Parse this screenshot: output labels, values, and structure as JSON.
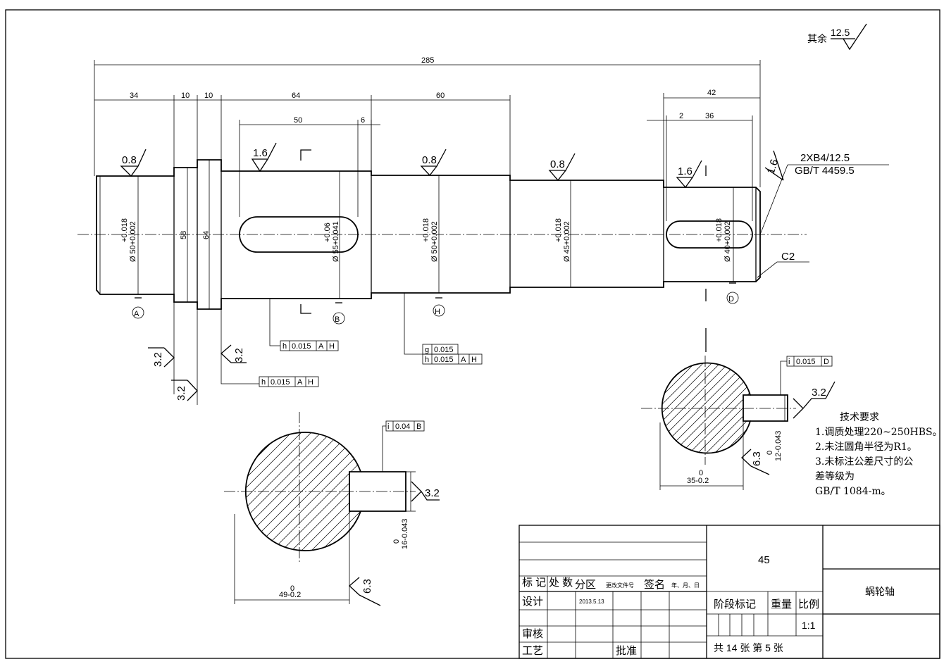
{
  "surface": {
    "general": "其余",
    "general_value": "12.5"
  },
  "dims": {
    "total": "285",
    "d34": "34",
    "d10a": "10",
    "d10b": "10",
    "d64": "64",
    "d60": "60",
    "d50": "50",
    "d6": "6",
    "d42": "42",
    "d2": "2",
    "d36": "36"
  },
  "roughness": {
    "r1": "0.8",
    "r2": "1.6",
    "r3": "0.8",
    "r4": "0.8",
    "r5": "1.6",
    "r6": "1.6",
    "r7": "3.2",
    "r8": "3.2",
    "r9": "3.2",
    "r10": "3.2",
    "r11": "3.2",
    "r12": "6.3",
    "r13": "6.3"
  },
  "diameters": {
    "dA": "Ø 50+0.002",
    "dA_tol": "+0.018",
    "d58": "58",
    "d64": "64",
    "dB": "Ø 55+0.041",
    "dB_tol": "+0.06",
    "dH": "Ø 50+0.002",
    "dH_tol": "+0.018",
    "d45": "Ø 45+0.002",
    "d45_tol": "+0.018",
    "dD": "Ø 40+0.002",
    "dD_tol": "+0.018"
  },
  "datums": {
    "A": "A",
    "B": "B",
    "H": "H",
    "D": "D"
  },
  "centerhole": {
    "line1": "2XB4/12.5",
    "line2": "GB/T 4459.5"
  },
  "chamfer": "C2",
  "gdt": {
    "f1": {
      "sym": "h",
      "val": "0.015",
      "d1": "A",
      "d2": "H"
    },
    "f2a": {
      "sym": "g",
      "val": "0.015"
    },
    "f2b": {
      "sym": "h",
      "val": "0.015",
      "d1": "A",
      "d2": "H"
    },
    "f3": {
      "sym": "h",
      "val": "0.015",
      "d1": "A",
      "d2": "H"
    },
    "f4": {
      "sym": "i",
      "val": "0.04",
      "d1": "B"
    },
    "f5": {
      "sym": "i",
      "val": "0.015",
      "d1": "D"
    }
  },
  "sections": {
    "left_key": "16-0.043",
    "left_key_upper": "0",
    "left_depth": "49-0.2",
    "left_depth_upper": "0",
    "right_key": "12-0.043",
    "right_key_upper": "0",
    "right_depth": "35-0.2",
    "right_depth_upper": "0"
  },
  "requirements": {
    "title": "技术要求",
    "items": [
      "1.调质处理220~250HBS。",
      "2.未注圆角半径为R1。",
      "3.未标注公差尺寸的公",
      "差等级为",
      "GB/T 1084-m。"
    ]
  },
  "titleblock": {
    "material": "45",
    "part_name": "蜗轮轴",
    "col_mark": "标 记",
    "col_count": "处 数",
    "col_zone": "分区",
    "col_doc": "更改文件号",
    "col_sign": "签名",
    "col_date": "年、月、日",
    "design": "设计",
    "date": "2013.5.13",
    "review": "审核",
    "process": "工艺",
    "approve": "批准",
    "stage_mark": "阶段标记",
    "weight": "重量",
    "scale_label": "比例",
    "scale": "1:1",
    "sheets": "共 14 张  第 5 张"
  }
}
